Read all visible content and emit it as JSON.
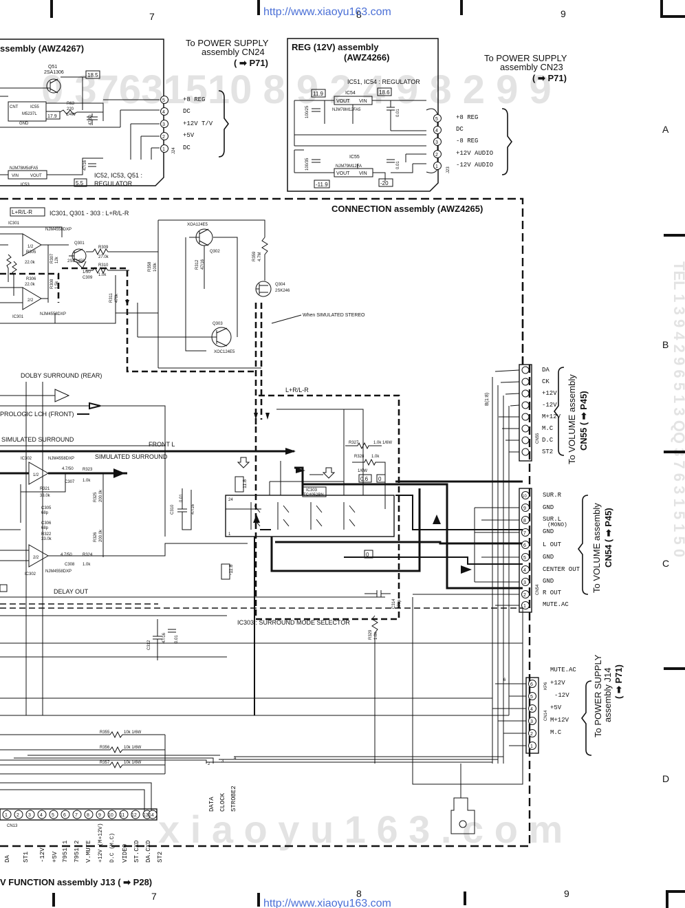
{
  "header": {
    "col7": "7",
    "col8": "8",
    "col9": "9",
    "url": "http://www.xiaoyu163.com"
  },
  "rows": {
    "a": "A",
    "b": "B",
    "c": "C",
    "d": "D"
  },
  "watermark": {
    "top": "0 37631510   8 9 2 4 9 8 2 9 9",
    "mid": "TEL 1 3 9 4 2 9 6 5 1 3   QQ 3 7 6 3 1 5 1 5 0",
    "bottom": "x i a o y u 1 6 3 .  c o m"
  },
  "assy24": {
    "title": "ssembly (AWZ4267)",
    "q51": "Q51",
    "q51_part": "2SA1306",
    "v185": "18.5",
    "ic55": "IC55",
    "ic55_part": "M5237L",
    "cnt": "CNT",
    "gnd": "GND",
    "r63": "R63",
    "r63_val": "220",
    "r63_w": "1/4W",
    "v179": "17.9",
    "c61": "47/50",
    "ic53_part": "NJM78M5dFA5",
    "ic53_vin": "VIN",
    "ic53_vout": "VOUT",
    "ic53": "IC53",
    "c55": "47/16",
    "v55": "5.5",
    "note1": "IC52, IC53, Q51 :",
    "note2": "REGULATOR",
    "j24": "J24"
  },
  "cn24": {
    "title1": "To POWER SUPPLY",
    "title2": "assembly CN24",
    "ref": "( ➡ P71)",
    "pins": [
      "+8 REG",
      "DC",
      "+12V T/V",
      "+5V",
      "DC"
    ],
    "nums": [
      "5",
      "4",
      "3",
      "2",
      "1"
    ]
  },
  "reg": {
    "title1": "REG (12V) assembly",
    "title2": "(AWZ4266)",
    "note": "IC51, IC54 : REGULATOR",
    "v119": "11.9",
    "ic54": "IC54",
    "v186": "18.6",
    "ic54_vout": "VOUT",
    "ic54_vin": "VIN",
    "ic54_part": "NJM78M12FA5",
    "c53": "100/25",
    "c57": "0.01",
    "ic55b": "IC55",
    "ic51_part": "NJM79M12FA",
    "ic51_vout": "VOUT",
    "ic51_vin": "VIN",
    "c52": "100/35",
    "c56": "0.01",
    "vm119": "-11.9",
    "vm20": "-20",
    "j23": "J23"
  },
  "cn23": {
    "title1": "To POWER SUPPLY",
    "title2": "assembly CN23",
    "ref": "( ➡ P71)",
    "pins": [
      "+8 REG",
      "DC",
      "-8 REG",
      "+12V AUDIO",
      "-12V AUDIO"
    ],
    "nums": [
      "5",
      "4",
      "3",
      "2",
      "1"
    ]
  },
  "conn": {
    "title": "CONNECTION assembly (AWZ4265)",
    "lr_box": "L+R/L-R",
    "lr_note": "IC301, Q301 - 303 : L+R/L-R",
    "ic301": "IC301",
    "ic301_part": "NJM4558DXP",
    "ic301b": "IC301",
    "ic301b_part": "NJM4558DXP",
    "u12": "1/2",
    "u22": "2/2",
    "q301": "Q301",
    "q301_part": "2SC2458",
    "q302": "Q302",
    "q302_part": "XOA124E5",
    "q303": "Q303",
    "q303_part": "XOC124E5",
    "q304": "Q304",
    "q304_part": "2SK246",
    "r305": "R305",
    "r305_val": "22.0k",
    "r306": "R306",
    "r306_val": "22.0k",
    "r307": "R307",
    "r307_val": "12k",
    "r308": "R308",
    "r308_val": "1.5k",
    "r309": "R309",
    "r309_val": "27.0k",
    "r310": "R310",
    "r310_val": "1.0k",
    "r311": "R311",
    "r311_val": "470k",
    "r312": "R312",
    "r312_val": "47/16",
    "r358": "R358",
    "r358_val": "100k",
    "r359": "R359",
    "r359_val": "4.7M",
    "c309": "C309",
    "c309_val": "1/50",
    "when": "When SIMULATED STEREO",
    "dolby": "DOLBY SURROUND (REAR)",
    "prologic": "PROLOGIC LCH (FRONT)",
    "sim1": "SIMULATED SURROUND",
    "sim2": "SIMULATED SURROUND",
    "lr2": "L+R/L-R",
    "front_l": "FRONT L",
    "ic302": "IC302",
    "ic302_part": "NJM4558DXP",
    "ic302b": "IC302",
    "ic302b_part": "NJM4558DXP",
    "c307": "C307",
    "c307_val": "4.7/50",
    "r323": "R323",
    "r323_val": "1.0k",
    "r321": "R321",
    "r321_val": "33.0k",
    "c305": "C305",
    "c305_val": "68p",
    "r325": "R325",
    "r325_val": "200.0k",
    "r326": "R326",
    "r326_val": "200.0k",
    "c306": "C306",
    "c306_val": "68p",
    "r322": "R322",
    "r322_val": "33.0k",
    "c308": "C308",
    "c308_val": "4.7/50",
    "r324": "R324",
    "r324_val": "1.0k",
    "c310": "C310",
    "c310_val": "47/16",
    "c311": "0.01",
    "delay": "DELAY OUT",
    "r327": "R327",
    "r327_val": "1.0k 1/6W",
    "r328": "R328",
    "r328_val": "1.0k",
    "r328_w": "1/6W",
    "v06": "0.6",
    "v0a": "0",
    "v118": "11.8",
    "ic303_chip": "IC303",
    "ic303_part": "TC4052BN",
    "vm118": "-11.8",
    "v0b": "0",
    "c314": "C314",
    "c314_val": "470p",
    "ic303_note": "IC303 : SURROUND MODE SELECTOR",
    "c312": "C312",
    "c312_val": "47/16",
    "c313": "0.01",
    "r329": "R329",
    "r329_val": "1.0k",
    "r355": "R355",
    "r355_val": "10k 1/6W",
    "r356": "R356",
    "r356_val": "10k 1/6W",
    "r357": "R357",
    "r357_val": "10k 1/6W",
    "b18": "B(1:8)",
    "data": "DATA",
    "clock": "CLOCK",
    "strobe": "STROBE2"
  },
  "cn55": {
    "pins": [
      "DA",
      "CK",
      "+12V",
      "-12V",
      "M+12V",
      "M.C",
      "D.C",
      "ST2"
    ],
    "title1": "To VOLUME assembly",
    "title2": "CN55 ( ➡ P45)",
    "label": "CN55"
  },
  "cn54": {
    "pins": [
      "SUR.R",
      "GND",
      "SUR.L",
      "(MONO)",
      "GND",
      "L OUT",
      "GND",
      "CENTER OUT",
      "GND",
      "R OUT",
      "MUTE.AC"
    ],
    "nums": [
      "10",
      "9",
      "8",
      "7",
      "6",
      "5",
      "4",
      "3",
      "2",
      "1"
    ],
    "title1": "To VOLUME assembly",
    "title2": "CN54 ( ➡ P45)",
    "label": "CN54"
  },
  "cn14": {
    "pins": [
      "MUTE.AC",
      "+12V",
      "-12V",
      "+5V",
      "M+12V",
      "M.C"
    ],
    "nums": [
      "6",
      "5",
      "4",
      "3",
      "2",
      "1"
    ],
    "title1": "To POWER SUPPLY",
    "title2": "assembly J14",
    "title3": "( ➡ P71)",
    "label": "CN14",
    "kp": "KP6"
  },
  "cn13": {
    "label": "CN13",
    "nums": [
      "1",
      "2",
      "3",
      "4",
      "5",
      "6",
      "7",
      "8",
      "9",
      "10",
      "11",
      "12",
      "13",
      "14"
    ],
    "pins": [
      "DA",
      "ST1",
      "-12V",
      "+5V",
      "7951.1",
      "7951.2",
      "V.MUTE",
      "+12V (M+12V)",
      "D.C (M.C)",
      "VIDEO",
      "ST.CXD",
      "DA.CXD",
      "ST2"
    ],
    "title": "V FUNCTION assembly J13 ( ➡ P28)"
  }
}
